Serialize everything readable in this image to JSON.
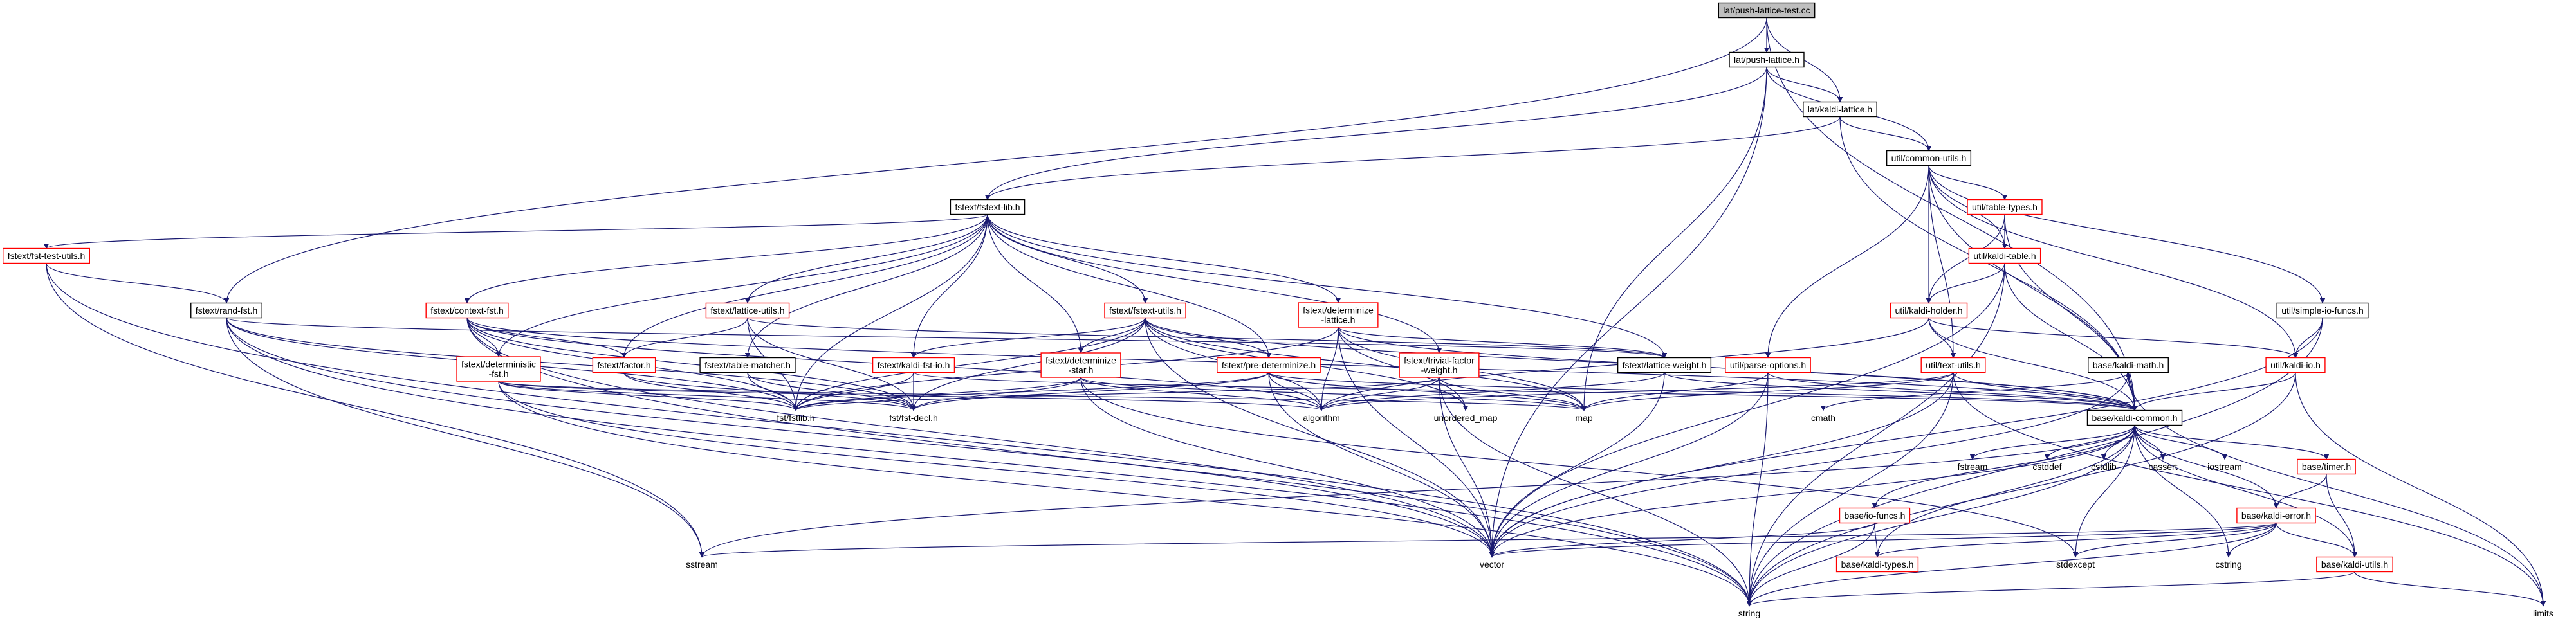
{
  "nodes": [
    {
      "id": "root",
      "lines": [
        "lat/push-lattice-test.cc"
      ],
      "style": "root"
    },
    {
      "id": "push",
      "lines": [
        "lat/push-lattice.h"
      ],
      "style": "normal"
    },
    {
      "id": "klat",
      "lines": [
        "lat/kaldi-lattice.h"
      ],
      "style": "normal"
    },
    {
      "id": "cu",
      "lines": [
        "util/common-utils.h"
      ],
      "style": "normal"
    },
    {
      "id": "flib",
      "lines": [
        "fstext/fstext-lib.h"
      ],
      "style": "normal"
    },
    {
      "id": "tt",
      "lines": [
        "util/table-types.h"
      ],
      "style": "red"
    },
    {
      "id": "fsttest",
      "lines": [
        "fstext/fst-test-utils.h"
      ],
      "style": "red"
    },
    {
      "id": "kt",
      "lines": [
        "util/kaldi-table.h"
      ],
      "style": "red"
    },
    {
      "id": "sif",
      "lines": [
        "util/simple-io-funcs.h"
      ],
      "style": "normal"
    },
    {
      "id": "rand",
      "lines": [
        "fstext/rand-fst.h"
      ],
      "style": "normal"
    },
    {
      "id": "ctx",
      "lines": [
        "fstext/context-fst.h"
      ],
      "style": "red"
    },
    {
      "id": "lu",
      "lines": [
        "fstext/lattice-utils.h"
      ],
      "style": "red"
    },
    {
      "id": "fu",
      "lines": [
        "fstext/fstext-utils.h"
      ],
      "style": "red"
    },
    {
      "id": "detlat",
      "lines": [
        "fstext/determinize",
        "-lattice.h"
      ],
      "style": "red"
    },
    {
      "id": "kh",
      "lines": [
        "util/kaldi-holder.h"
      ],
      "style": "red"
    },
    {
      "id": "trivial",
      "lines": [
        "fstext/trivial-factor",
        "-weight.h"
      ],
      "style": "red"
    },
    {
      "id": "tm",
      "lines": [
        "fstext/table-matcher.h"
      ],
      "style": "normal"
    },
    {
      "id": "fac",
      "lines": [
        "fstext/factor.h"
      ],
      "style": "red"
    },
    {
      "id": "kfio",
      "lines": [
        "fstext/kaldi-fst-io.h"
      ],
      "style": "red"
    },
    {
      "id": "dstar",
      "lines": [
        "fstext/determinize",
        "-star.h"
      ],
      "style": "red"
    },
    {
      "id": "predet",
      "lines": [
        "fstext/pre-determinize.h"
      ],
      "style": "red"
    },
    {
      "id": "lw",
      "lines": [
        "fstext/lattice-weight.h"
      ],
      "style": "normal"
    },
    {
      "id": "po",
      "lines": [
        "util/parse-options.h"
      ],
      "style": "red"
    },
    {
      "id": "tu",
      "lines": [
        "util/text-utils.h"
      ],
      "style": "red"
    },
    {
      "id": "km",
      "lines": [
        "base/kaldi-math.h"
      ],
      "style": "normal"
    },
    {
      "id": "kio",
      "lines": [
        "util/kaldi-io.h"
      ],
      "style": "red"
    },
    {
      "id": "dfst",
      "lines": [
        "fstext/deterministic",
        "-fst.h"
      ],
      "style": "red"
    },
    {
      "id": "fstlib",
      "lines": [
        "fst/fstlib.h"
      ],
      "style": "plain"
    },
    {
      "id": "fstdecl",
      "lines": [
        "fst/fst-decl.h"
      ],
      "style": "plain"
    },
    {
      "id": "algorithm",
      "lines": [
        "algorithm"
      ],
      "style": "plain"
    },
    {
      "id": "umap",
      "lines": [
        "unordered_map"
      ],
      "style": "plain"
    },
    {
      "id": "map",
      "lines": [
        "map"
      ],
      "style": "plain"
    },
    {
      "id": "cmath",
      "lines": [
        "cmath"
      ],
      "style": "plain"
    },
    {
      "id": "kc",
      "lines": [
        "base/kaldi-common.h"
      ],
      "style": "normal"
    },
    {
      "id": "fstream",
      "lines": [
        "fstream"
      ],
      "style": "plain"
    },
    {
      "id": "cstddef",
      "lines": [
        "cstddef"
      ],
      "style": "plain"
    },
    {
      "id": "cstdlib",
      "lines": [
        "cstdlib"
      ],
      "style": "plain"
    },
    {
      "id": "cassert",
      "lines": [
        "cassert"
      ],
      "style": "plain"
    },
    {
      "id": "iostream",
      "lines": [
        "iostream"
      ],
      "style": "plain"
    },
    {
      "id": "timer",
      "lines": [
        "base/timer.h"
      ],
      "style": "red"
    },
    {
      "id": "iof",
      "lines": [
        "base/io-funcs.h"
      ],
      "style": "red"
    },
    {
      "id": "kerr",
      "lines": [
        "base/kaldi-error.h"
      ],
      "style": "red"
    },
    {
      "id": "sstream",
      "lines": [
        "sstream"
      ],
      "style": "plain"
    },
    {
      "id": "vector",
      "lines": [
        "vector"
      ],
      "style": "plain"
    },
    {
      "id": "stdexcept",
      "lines": [
        "stdexcept"
      ],
      "style": "plain"
    },
    {
      "id": "cstring",
      "lines": [
        "cstring"
      ],
      "style": "plain"
    },
    {
      "id": "ktypes",
      "lines": [
        "base/kaldi-types.h"
      ],
      "style": "red"
    },
    {
      "id": "kutils",
      "lines": [
        "base/kaldi-utils.h"
      ],
      "style": "red"
    },
    {
      "id": "string",
      "lines": [
        "string"
      ],
      "style": "plain"
    },
    {
      "id": "limits",
      "lines": [
        "limits"
      ],
      "style": "plain"
    }
  ],
  "edges": [
    [
      "root",
      "push"
    ],
    [
      "root",
      "klat"
    ],
    [
      "root",
      "rand"
    ],
    [
      "root",
      "kc"
    ],
    [
      "push",
      "klat"
    ],
    [
      "push",
      "flib"
    ],
    [
      "push",
      "cu"
    ],
    [
      "push",
      "vector"
    ],
    [
      "push",
      "map"
    ],
    [
      "klat",
      "cu"
    ],
    [
      "klat",
      "flib"
    ],
    [
      "klat",
      "kc"
    ],
    [
      "cu",
      "tt"
    ],
    [
      "cu",
      "kt"
    ],
    [
      "cu",
      "kh"
    ],
    [
      "cu",
      "sif"
    ],
    [
      "cu",
      "kio"
    ],
    [
      "cu",
      "po"
    ],
    [
      "cu",
      "tu"
    ],
    [
      "cu",
      "kc"
    ],
    [
      "tt",
      "kt"
    ],
    [
      "tt",
      "kh"
    ],
    [
      "tt",
      "kc"
    ],
    [
      "kt",
      "kh"
    ],
    [
      "kt",
      "kc"
    ],
    [
      "kt",
      "vector"
    ],
    [
      "kt",
      "string"
    ],
    [
      "kh",
      "tu"
    ],
    [
      "kh",
      "kio"
    ],
    [
      "kh",
      "kc"
    ],
    [
      "kh",
      "algorithm"
    ],
    [
      "sif",
      "kio"
    ],
    [
      "sif",
      "vector"
    ],
    [
      "sif",
      "string"
    ],
    [
      "kio",
      "kc"
    ],
    [
      "kio",
      "string"
    ],
    [
      "kio",
      "limits"
    ],
    [
      "po",
      "kc"
    ],
    [
      "po",
      "map"
    ],
    [
      "po",
      "vector"
    ],
    [
      "po",
      "string"
    ],
    [
      "tu",
      "kc"
    ],
    [
      "tu",
      "algorithm"
    ],
    [
      "tu",
      "map"
    ],
    [
      "tu",
      "vector"
    ],
    [
      "tu",
      "string"
    ],
    [
      "tu",
      "limits"
    ],
    [
      "flib",
      "fsttest"
    ],
    [
      "flib",
      "ctx"
    ],
    [
      "flib",
      "lu"
    ],
    [
      "flib",
      "fu"
    ],
    [
      "flib",
      "detlat"
    ],
    [
      "flib",
      "trivial"
    ],
    [
      "flib",
      "tm"
    ],
    [
      "flib",
      "fac"
    ],
    [
      "flib",
      "kfio"
    ],
    [
      "flib",
      "dstar"
    ],
    [
      "flib",
      "predet"
    ],
    [
      "flib",
      "lw"
    ],
    [
      "flib",
      "dfst"
    ],
    [
      "flib",
      "fstlib"
    ],
    [
      "fsttest",
      "rand"
    ],
    [
      "fsttest",
      "sstream"
    ],
    [
      "fsttest",
      "string"
    ],
    [
      "rand",
      "fstlib"
    ],
    [
      "rand",
      "fstdecl"
    ],
    [
      "rand",
      "lw"
    ],
    [
      "rand",
      "sstream"
    ],
    [
      "rand",
      "string"
    ],
    [
      "rand",
      "vector"
    ],
    [
      "ctx",
      "dfst"
    ],
    [
      "ctx",
      "fac"
    ],
    [
      "ctx",
      "fstlib"
    ],
    [
      "ctx",
      "fstdecl"
    ],
    [
      "ctx",
      "algorithm"
    ],
    [
      "ctx",
      "string"
    ],
    [
      "ctx",
      "vector"
    ],
    [
      "ctx",
      "kc"
    ],
    [
      "lu",
      "fstlib"
    ],
    [
      "lu",
      "fac"
    ],
    [
      "lu",
      "lw"
    ],
    [
      "lu",
      "fstdecl"
    ],
    [
      "fu",
      "dstar"
    ],
    [
      "fu",
      "predet"
    ],
    [
      "fu",
      "kfio"
    ],
    [
      "fu",
      "fstlib"
    ],
    [
      "fu",
      "fstdecl"
    ],
    [
      "fu",
      "algorithm"
    ],
    [
      "fu",
      "map"
    ],
    [
      "fu",
      "vector"
    ],
    [
      "fu",
      "umap"
    ],
    [
      "fu",
      "kc"
    ],
    [
      "detlat",
      "kc"
    ],
    [
      "detlat",
      "lw"
    ],
    [
      "detlat",
      "fstlib"
    ],
    [
      "detlat",
      "algorithm"
    ],
    [
      "detlat",
      "map"
    ],
    [
      "detlat",
      "vector"
    ],
    [
      "detlat",
      "umap"
    ],
    [
      "trivial",
      "fstlib"
    ],
    [
      "trivial",
      "algorithm"
    ],
    [
      "trivial",
      "string"
    ],
    [
      "trivial",
      "vector"
    ],
    [
      "trivial",
      "map"
    ],
    [
      "tm",
      "fstlib"
    ],
    [
      "tm",
      "fstdecl"
    ],
    [
      "fac",
      "fstlib"
    ],
    [
      "fac",
      "fstdecl"
    ],
    [
      "kfio",
      "fstlib"
    ],
    [
      "kfio",
      "fstdecl"
    ],
    [
      "kfio",
      "kc"
    ],
    [
      "dstar",
      "fstlib"
    ],
    [
      "dstar",
      "fstdecl"
    ],
    [
      "dstar",
      "algorithm"
    ],
    [
      "dstar",
      "map"
    ],
    [
      "dstar",
      "vector"
    ],
    [
      "dstar",
      "stdexcept"
    ],
    [
      "predet",
      "fstlib"
    ],
    [
      "predet",
      "algorithm"
    ],
    [
      "predet",
      "map"
    ],
    [
      "predet",
      "vector"
    ],
    [
      "predet",
      "fstdecl"
    ],
    [
      "predet",
      "kc"
    ],
    [
      "lw",
      "kc"
    ],
    [
      "lw",
      "algorithm"
    ],
    [
      "lw",
      "vector"
    ],
    [
      "dfst",
      "fstlib"
    ],
    [
      "dfst",
      "fstdecl"
    ],
    [
      "dfst",
      "algorithm"
    ],
    [
      "dfst",
      "map"
    ],
    [
      "dfst",
      "vector"
    ],
    [
      "dfst",
      "string"
    ],
    [
      "km",
      "kc"
    ],
    [
      "km",
      "cmath"
    ],
    [
      "km",
      "limits"
    ],
    [
      "km",
      "vector"
    ],
    [
      "kc",
      "km"
    ],
    [
      "kc",
      "fstream"
    ],
    [
      "kc",
      "cstddef"
    ],
    [
      "kc",
      "cstdlib"
    ],
    [
      "kc",
      "cassert"
    ],
    [
      "kc",
      "iostream"
    ],
    [
      "kc",
      "timer"
    ],
    [
      "kc",
      "iof"
    ],
    [
      "kc",
      "kerr"
    ],
    [
      "kc",
      "sstream"
    ],
    [
      "kc",
      "vector"
    ],
    [
      "kc",
      "stdexcept"
    ],
    [
      "kc",
      "string"
    ],
    [
      "kc",
      "cstring"
    ],
    [
      "kc",
      "ktypes"
    ],
    [
      "kc",
      "kutils"
    ],
    [
      "timer",
      "kerr"
    ],
    [
      "timer",
      "kutils"
    ],
    [
      "iof",
      "vector"
    ],
    [
      "iof",
      "string"
    ],
    [
      "iof",
      "ktypes"
    ],
    [
      "kerr",
      "ktypes"
    ],
    [
      "kerr",
      "kutils"
    ],
    [
      "kerr",
      "vector"
    ],
    [
      "kerr",
      "sstream"
    ],
    [
      "kerr",
      "string"
    ],
    [
      "kerr",
      "stdexcept"
    ],
    [
      "kerr",
      "cstring"
    ],
    [
      "kutils",
      "string"
    ],
    [
      "kutils",
      "limits"
    ]
  ]
}
